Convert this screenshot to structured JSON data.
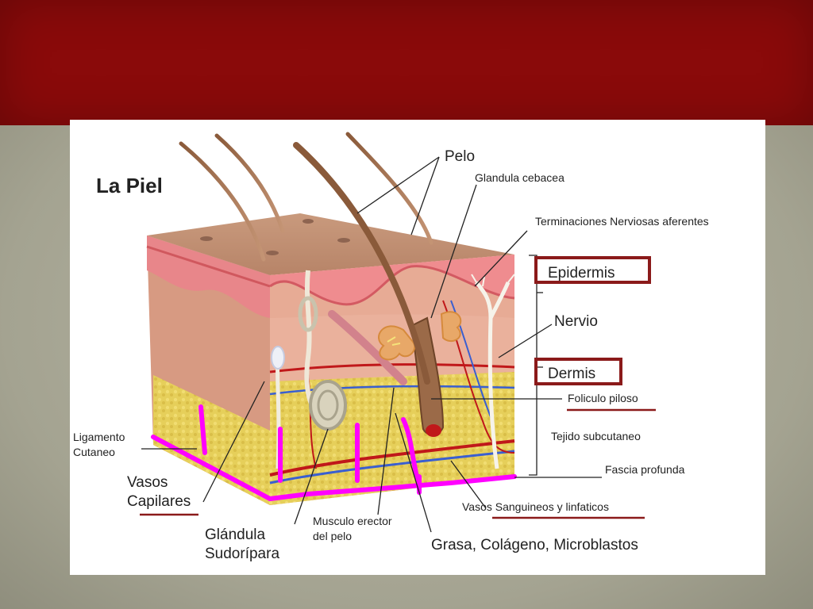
{
  "diagram": {
    "title": "La Piel",
    "labels": {
      "pelo": "Pelo",
      "glandula_cebacea": "Glandula cebacea",
      "terminaciones": "Terminaciones Nerviosas aferentes",
      "epidermis": "Epidermis",
      "nervio": "Nervio",
      "dermis": "Dermis",
      "foliculo": "Foliculo piloso",
      "tejido": "Tejido subcutaneo",
      "fascia": "Fascia profunda",
      "vasos_sanguineos": "Vasos Sanguineos y linfaticos",
      "grasa": "Grasa, Colágeno, Microblastos",
      "musculo_1": "Musculo erector",
      "musculo_2": "del pelo",
      "glandula_sud_1": "Glándula",
      "glandula_sud_2": "Sudorípara",
      "vasos_cap_1": "Vasos",
      "vasos_cap_2": "Capilares",
      "ligamento_1": "Ligamento",
      "ligamento_2": "Cutaneo"
    },
    "colors": {
      "band": "#8a0a0a",
      "highlight_box": "#8b1a1a",
      "underline": "#8b1a1a",
      "magenta": "#ff00ff"
    }
  }
}
